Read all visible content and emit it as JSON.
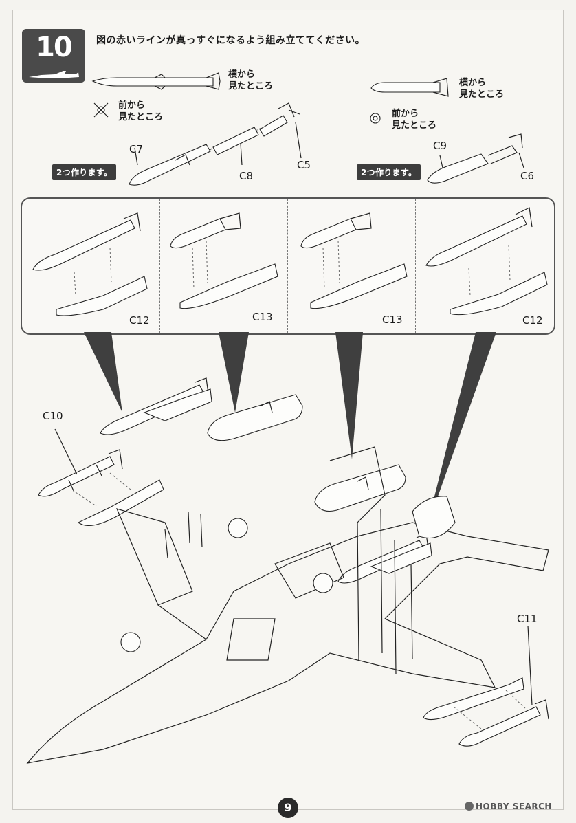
{
  "step": {
    "number": "10"
  },
  "instruction": "図の赤いラインが真っすぐになるよう組み立ててください。",
  "views": {
    "side_view": "横から\n見たところ",
    "front_view": "前から\n見たところ"
  },
  "left_group": {
    "parts": [
      "C7",
      "C8",
      "C5"
    ],
    "make_two": "2つ作ります。"
  },
  "right_group": {
    "parts": [
      "C9",
      "C6"
    ],
    "make_two": "2つ作ります。"
  },
  "subassemblies": [
    "C12",
    "C13",
    "C13",
    "C12"
  ],
  "main_parts": [
    "C10",
    "C11"
  ],
  "page_number": "9",
  "watermark": "HOBBY SEARCH"
}
